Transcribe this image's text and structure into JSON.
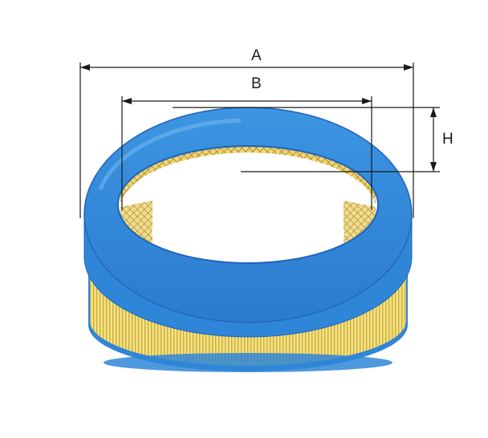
{
  "dimensions": {
    "a_label": "A",
    "b_label": "B",
    "h_label": "H"
  },
  "colors": {
    "frame_blue": "#2f86d8",
    "frame_dark_blue": "#1f64b8",
    "frame_light_blue": "#6fb6f0",
    "media_yellow": "#f4e27a",
    "media_dark": "#c7a94a",
    "line": "#1a1a1a"
  }
}
